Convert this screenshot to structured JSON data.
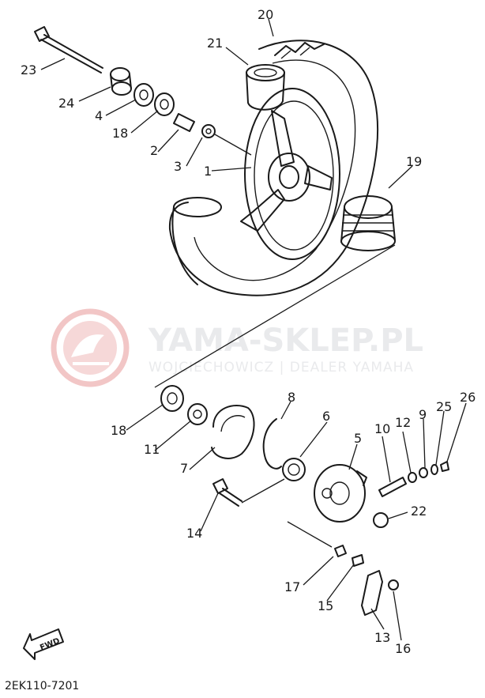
{
  "watermark": {
    "title": "YAMA-SKLEP.PL",
    "subtitle": "WOJCIECHOWICZ | DEALER YAMAHA",
    "color": "#f2c6c6"
  },
  "diagram_code": "2EK110-7201",
  "fwd_label": "FWD",
  "callouts": [
    "1",
    "2",
    "3",
    "4",
    "5",
    "6",
    "7",
    "8",
    "9",
    "10",
    "11",
    "12",
    "13",
    "14",
    "15",
    "16",
    "17",
    "18",
    "18",
    "19",
    "20",
    "21",
    "22",
    "23",
    "24",
    "25",
    "26"
  ]
}
